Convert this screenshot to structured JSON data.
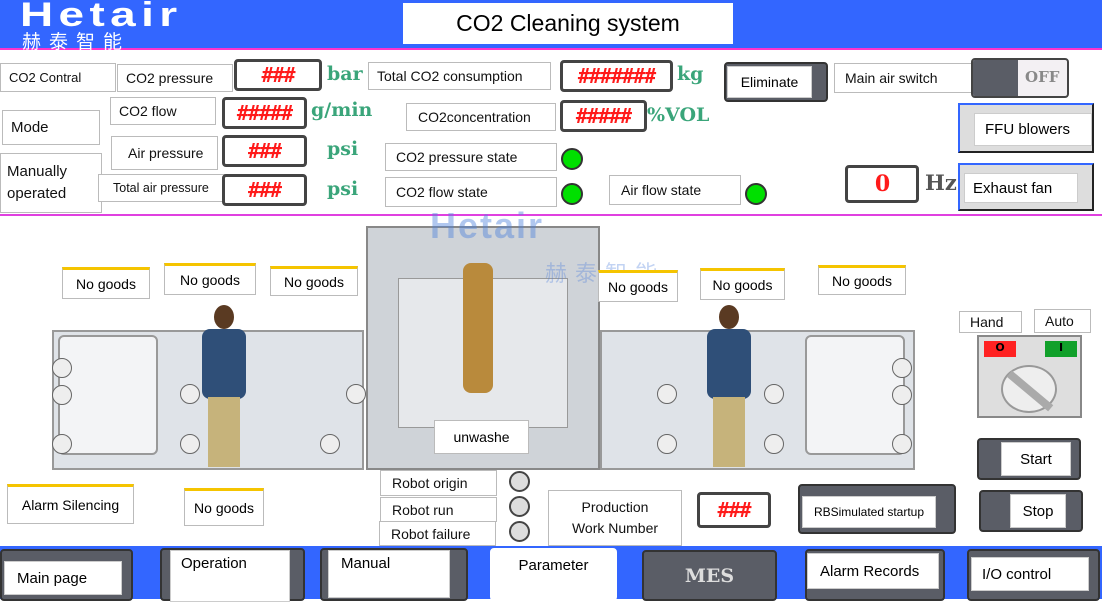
{
  "header": {
    "logo_text": "Hetair",
    "logo_sub": "赫泰智能",
    "title": "CO2 Cleaning system"
  },
  "params": {
    "co2_contral": "CO2 Contral",
    "co2_pressure": {
      "label": "CO2 pressure",
      "value": "###",
      "unit": "bar"
    },
    "co2_flow": {
      "label": "CO2 flow",
      "value": "#####",
      "unit": "g/min"
    },
    "air_pressure": {
      "label": "Air pressure",
      "value": "###",
      "unit": "psi"
    },
    "total_air_pressure": {
      "label": "Total air pressure",
      "value": "###",
      "unit": "psi"
    },
    "total_co2": {
      "label": "Total CO2 consumption",
      "value": "#######",
      "unit": "kg"
    },
    "co2_concentration": {
      "label": "CO2concentration",
      "value": "#####",
      "unit": "%VOL"
    },
    "mode": "Mode",
    "mode_value": "Manually operated"
  },
  "states": {
    "co2_pressure_state": "CO2 pressure state",
    "co2_flow_state": "CO2 flow state",
    "air_flow_state": "Air flow state",
    "led_color": "#00e000"
  },
  "controls": {
    "eliminate": "Eliminate",
    "main_air_switch": "Main air switch",
    "switch_state": "OFF",
    "ffu": "FFU blowers",
    "hz_value": "0",
    "hz_unit": "Hz",
    "exhaust": "Exhaust fan"
  },
  "machine": {
    "watermark": "Hetair",
    "watermark_sub": "赫泰智能",
    "no_goods": [
      "No goods",
      "No goods",
      "No goods",
      "No goods",
      "No goods",
      "No goods",
      "No goods"
    ],
    "unwashed": "unwashe"
  },
  "mode_switch": {
    "hand": "Hand",
    "auto": "Auto",
    "start": "Start",
    "stop": "Stop"
  },
  "lower": {
    "alarm_silencing": "Alarm Silencing",
    "robot_origin": "Robot origin",
    "robot_run": "Robot run",
    "robot_failure": "Robot failure",
    "work_number_label": "Production Work Number",
    "work_number_value": "###",
    "rb_sim": "RBSimulated startup"
  },
  "nav": {
    "tabs": [
      "Main page",
      "Operation",
      "Manual",
      "Parameter",
      "MES",
      "Alarm Records",
      "I/O control"
    ],
    "active": "Parameter"
  }
}
